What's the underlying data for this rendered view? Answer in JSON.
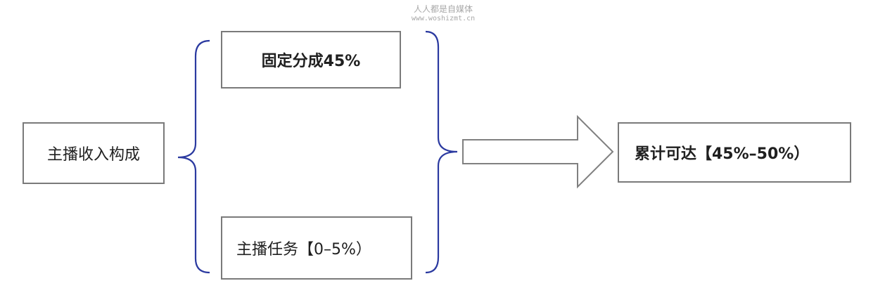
{
  "watermark": {
    "line1": "人人都是自媒体",
    "line2": "www.woshizmt.cn"
  },
  "nodes": {
    "source": {
      "label": "主播收入构成"
    },
    "fixed_share": {
      "label": "固定分成45%"
    },
    "task": {
      "label": "主播任务【0–5%）"
    },
    "result": {
      "label": "累计可达【45%–50%）"
    }
  },
  "colors": {
    "bracket": "#2b3aa0",
    "box_border": "#7a7a7a",
    "arrow_border": "#808080",
    "text": "#1f1f1f"
  }
}
